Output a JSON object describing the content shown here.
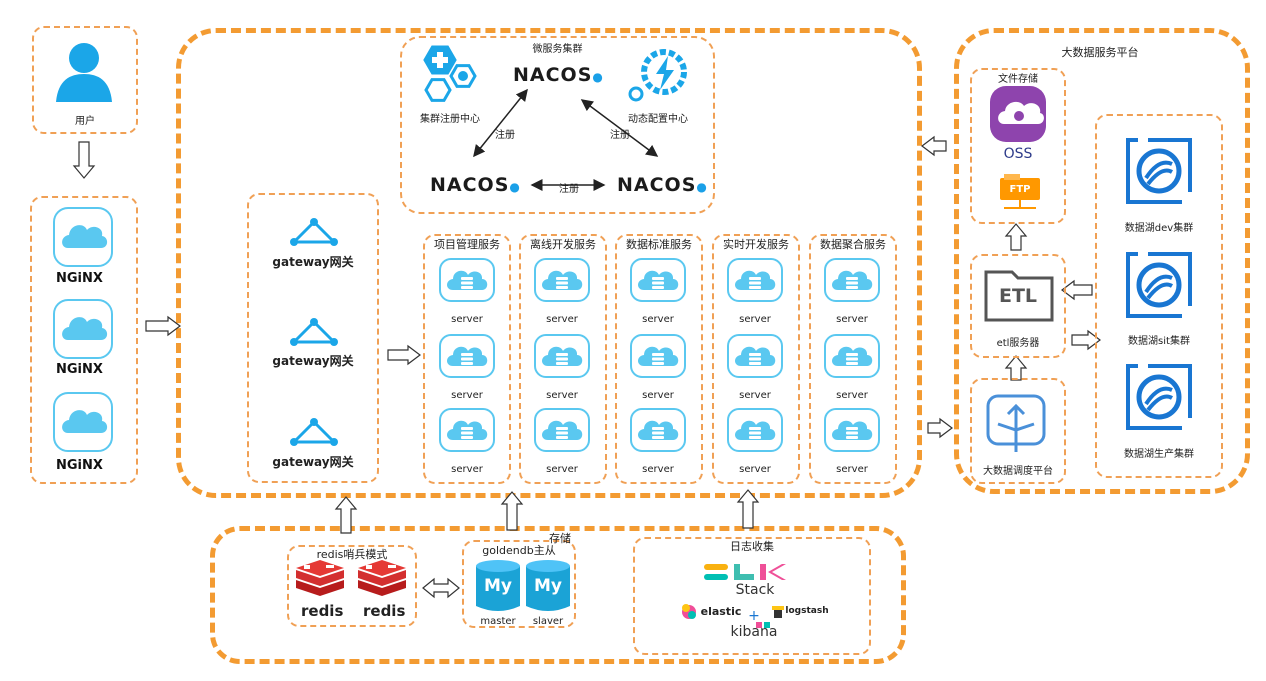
{
  "user": {
    "label": "用户"
  },
  "nginx": {
    "label": "NGiNX"
  },
  "gateway": {
    "label": "gateway网关"
  },
  "microservice": {
    "title": "微服务集群",
    "nacos_logo": "NACOS",
    "registry_label": "集群注册中心",
    "config_label": "动态配置中心",
    "register_label": "注册"
  },
  "services": {
    "server_label": "server",
    "groups": [
      "项目管理服务",
      "离线开发服务",
      "数据标准服务",
      "实时开发服务",
      "数据聚合服务"
    ]
  },
  "storage": {
    "title": "存储",
    "redis_title": "redis哨兵模式",
    "redis_label": "redis",
    "goldendb_title": "goldendb主从",
    "mysql_logo": "My",
    "master_label": "master",
    "slaver_label": "slaver"
  },
  "logging": {
    "title": "日志收集",
    "stack_label": "Stack",
    "elastic_label": "elastic",
    "plus": "+",
    "logstash_label": "logstash",
    "kibana_label": "kibana"
  },
  "bigdata": {
    "title": "大数据服务平台",
    "file_storage_title": "文件存储",
    "oss_label": "OSS",
    "ftp_label": "FTP",
    "etl_label": "ETL",
    "etl_server_label": "etl服务器",
    "scheduler_label": "大数据调度平台",
    "lake_dev": "数据湖dev集群",
    "lake_sit": "数据湖sit集群",
    "lake_prod": "数据湖生产集群"
  },
  "colors": {
    "orange": "#f39b32",
    "cloud": "#5ac8f0",
    "nacos_blue": "#1aa0e8",
    "redis_red": "#d32f2f",
    "mysql_blue": "#1ba3d6",
    "lake_blue": "#1976d2"
  }
}
